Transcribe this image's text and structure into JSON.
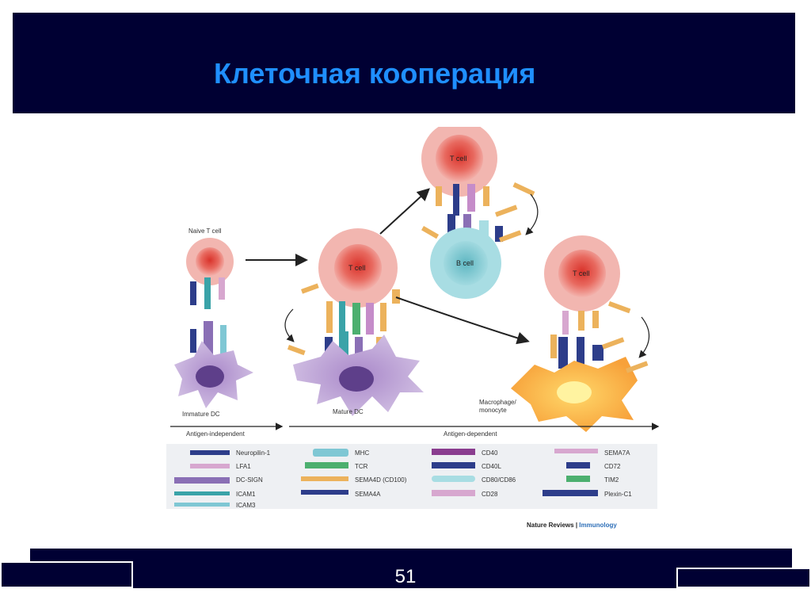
{
  "slide": {
    "title": "Клеточная кооперация",
    "page_number": "51"
  },
  "diagram": {
    "labels": {
      "naive_t_cell": "Naive T cell",
      "immature_dc": "Immature DC",
      "mature_dc": "Mature DC",
      "t_cell_center": "T cell",
      "t_cell_top": "T cell",
      "b_cell": "B cell",
      "t_cell_right": "T cell",
      "macrophage": "Macrophage/",
      "monocyte": "monocyte",
      "antigen_independent": "Antigen-independent",
      "antigen_dependent": "Antigen-dependent"
    },
    "legend": [
      {
        "label": "Neuropilin-1"
      },
      {
        "label": "LFA1"
      },
      {
        "label": "DC-SIGN"
      },
      {
        "label": "ICAM1"
      },
      {
        "label": "ICAM3"
      },
      {
        "label": "MHC"
      },
      {
        "label": "TCR"
      },
      {
        "label": "SEMA4D (CD100)"
      },
      {
        "label": "SEMA4A"
      },
      {
        "label": "CD40"
      },
      {
        "label": "CD40L"
      },
      {
        "label": "CD80/CD86"
      },
      {
        "label": "CD28"
      },
      {
        "label": "SEMA7A"
      },
      {
        "label": "CD72"
      },
      {
        "label": "TIM2"
      },
      {
        "label": "Plexin-C1"
      }
    ],
    "credit_journal": "Nature Reviews",
    "credit_separator": " | ",
    "credit_section": "Immunology"
  }
}
